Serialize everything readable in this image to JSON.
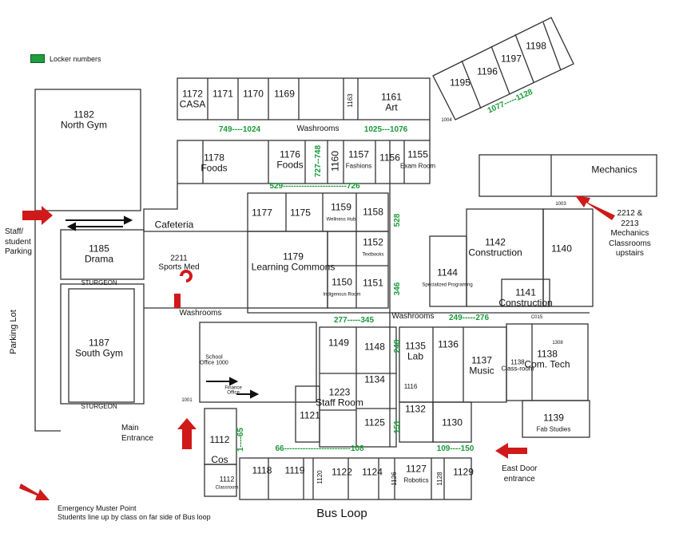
{
  "legend": {
    "label": "Locker numbers",
    "color": "#1e9e3e"
  },
  "colors": {
    "wall": "#333333",
    "locker": "#1a9a3a",
    "arrow": "#d01919"
  },
  "rooms": {
    "r1182": "1182",
    "north_gym": "North Gym",
    "r1185": "1185",
    "drama": "Drama",
    "r1187": "1187",
    "south_gym": "South Gym",
    "r1172": "1172",
    "casa": "CASA",
    "r1171": "1171",
    "r1170": "1170",
    "r1169": "1169",
    "r1163": "1163",
    "r1161": "1161",
    "art": "Art",
    "r1195": "1195",
    "r1196": "1196",
    "r1197": "1197",
    "r1198": "1198",
    "r1178": "1178",
    "foods_a": "Foods",
    "r1176": "1176",
    "foods_b": "Foods",
    "r1160": "1160",
    "r1157": "1157",
    "fashions": "Fashions",
    "r1156": "1156",
    "r1155": "1155",
    "exam_room": "Exam Room",
    "mechanics": "Mechanics",
    "r1177": "1177",
    "r1175": "1175",
    "r1159": "1159",
    "wellness_hub": "Wellness Hub",
    "r1158": "1158",
    "cafeteria": "Cafeteria",
    "r2211": "2211",
    "sports_med": "Sports Med",
    "r1179": "1179",
    "learning_commons": "Learning Commons",
    "r1152": "1152",
    "textbooks": "Textbooks",
    "r1150": "1150",
    "indigenous_room": "Indigenous Room",
    "r1151": "1151",
    "r1142": "1142",
    "construction_a": "Construction",
    "r1144": "1144",
    "specialized_programming": "Specialized Programing",
    "r1140": "1140",
    "r1141": "1141",
    "construction_b": "Construction",
    "washrooms_top": "Washrooms",
    "washrooms_left": "Washrooms",
    "washrooms_mid": "Washrooms",
    "school_office": "School Office 1000",
    "finance_office": "Finance Office",
    "r1149": "1149",
    "r1148": "1148",
    "r1135": "1135",
    "lab": "Lab",
    "r1136": "1136",
    "r1137": "1137",
    "music": "Music",
    "r1138a": "1138",
    "classroom": "Class-room",
    "r1138b": "1138",
    "com_tech": "Com. Tech",
    "r1134": "1134",
    "r1223": "1223",
    "staff_room": "Staff Room",
    "r1116": "1116",
    "r1121": "1121",
    "r1125": "1125",
    "r1132": "1132",
    "r1130": "1130",
    "r1139": "1139",
    "fab_studies": "Fab Studies",
    "r1112a": "1112",
    "cos": "Cos",
    "r1112b": "1112",
    "classroom_small": "Classroom",
    "r1118": "1118",
    "r1119": "1119",
    "r1120": "1120",
    "r1122": "1122",
    "r1124": "1124",
    "r1126": "1126",
    "r1127": "1127",
    "robotics": "Robotics",
    "r1128": "1128",
    "r1129": "1129"
  },
  "lockers": {
    "l749": "749----1024",
    "l1025": "1025---1076",
    "l1077": "1077-----1128",
    "l727": "727--748",
    "l529": "529------------------------726",
    "l528": "528",
    "l346": "346",
    "l277": "277-----345",
    "l249": "249-----276",
    "l248": "248",
    "l151": "151",
    "l1_65": "1----65",
    "l66": "66-------------------------108",
    "l109": "109----150"
  },
  "annotations": {
    "parking_lot": "Parking Lot",
    "staff_parking_1": "Staff/",
    "staff_parking_2": "student",
    "staff_parking_3": "Parking",
    "main_entrance_1": "Main",
    "main_entrance_2": "Entrance",
    "east_door_1": "East Door",
    "east_door_2": "entrance",
    "mech_up_1": "2212 &",
    "mech_up_2": "2213",
    "mech_up_3": "Mechanics",
    "mech_up_4": "Classrooms",
    "mech_up_5": "upstairs",
    "muster_1": "Emergency Muster Point",
    "muster_2": "Students line up by class on far side of Bus loop",
    "bus_loop": "Bus Loop",
    "sturgeon_top": "STURGEON",
    "sturgeon_bottom": "STURGEON",
    "r1001": "1001",
    "r1004": "1004",
    "r1003": "1003",
    "r1308": "1308",
    "rC015": "C015"
  }
}
